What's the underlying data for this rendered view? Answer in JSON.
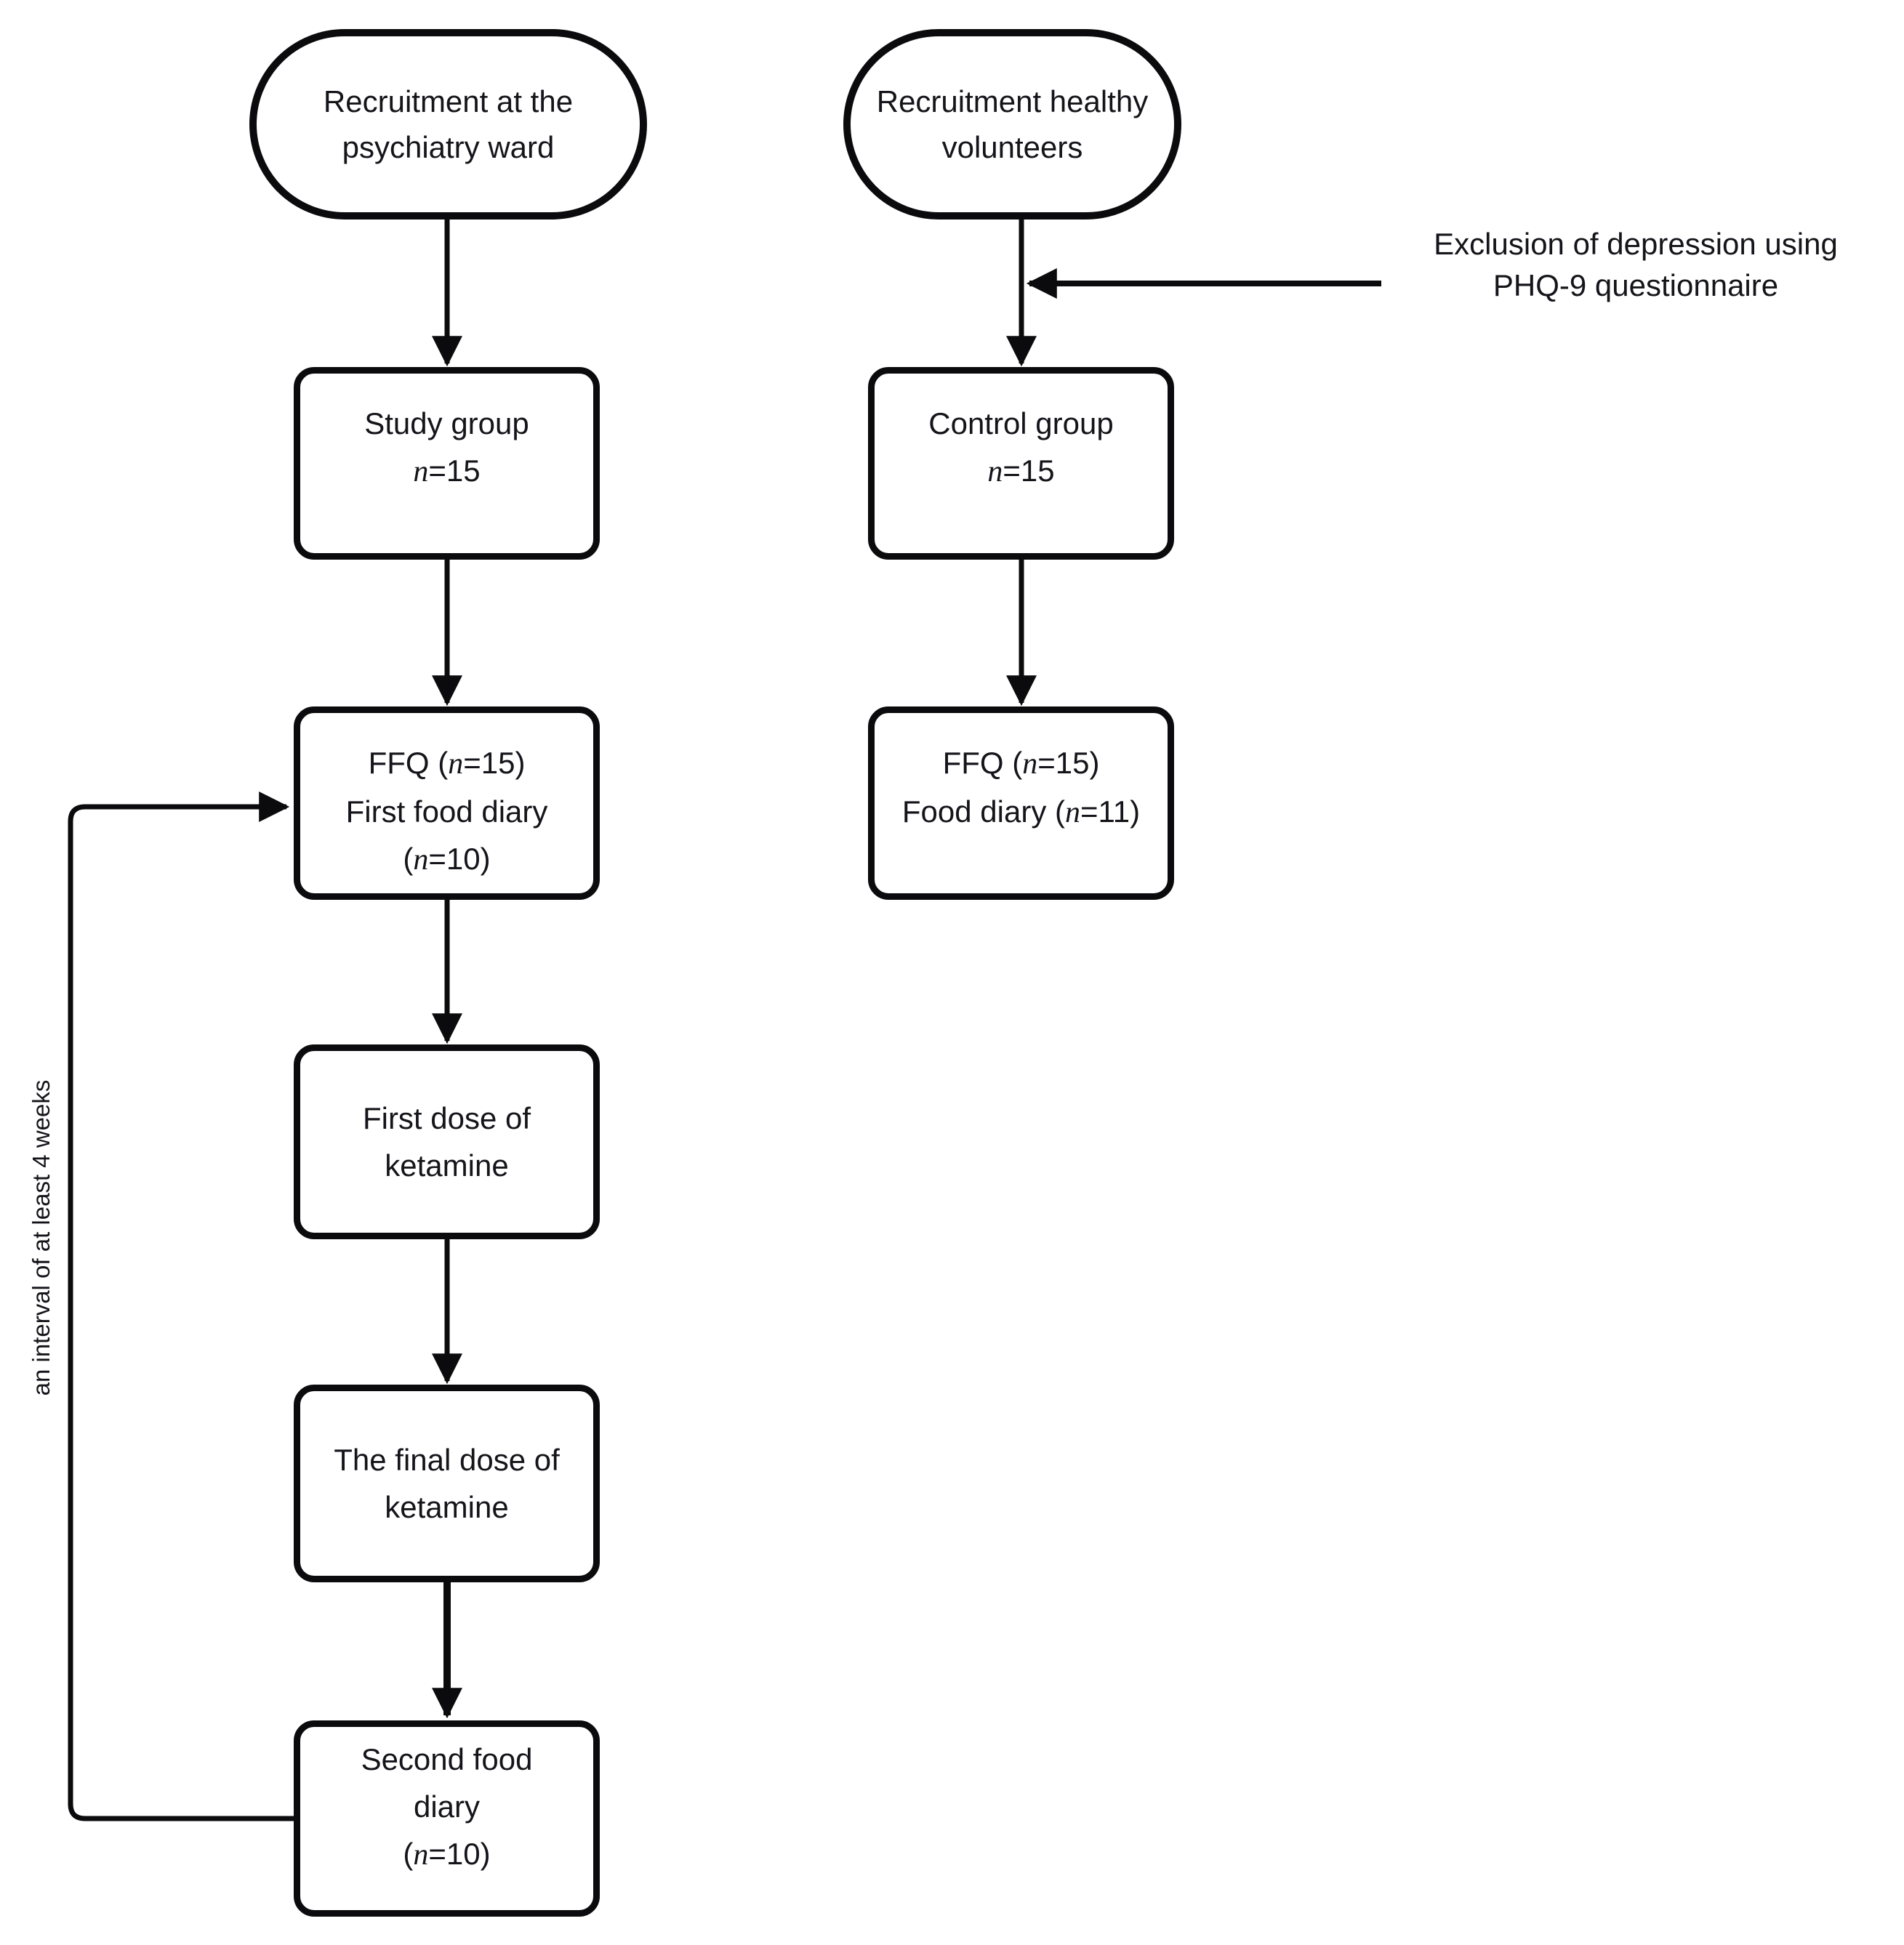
{
  "diagram": {
    "ink_color": "#0b0b0d",
    "text_color": "#14141a",
    "background_color": "#ffffff"
  },
  "nodes": {
    "recruitment_psychiatry": {
      "line1": "Recruitment at the",
      "line2": "psychiatry ward"
    },
    "recruitment_volunteers": {
      "line1": "Recruitment healthy",
      "line2": "volunteers"
    },
    "study_group": {
      "line1": "Study group",
      "n_var": "n",
      "n_suffix": "=15"
    },
    "control_group": {
      "line1": "Control group",
      "n_var": "n",
      "n_suffix": "=15"
    },
    "ffq_study": {
      "l1_pre": "FFQ (",
      "l1_var": "n",
      "l1_post": "=15)",
      "line2": "First food diary",
      "l3_pre": "(",
      "l3_var": "n",
      "l3_post": "=10)"
    },
    "ffq_control": {
      "l1_pre": "FFQ (",
      "l1_var": "n",
      "l1_post": "=15)",
      "l2_pre": "Food diary (",
      "l2_var": "n",
      "l2_post": "=11)"
    },
    "first_dose": {
      "line1": "First dose of",
      "line2": "ketamine"
    },
    "final_dose": {
      "line1": "The final dose of",
      "line2": "ketamine"
    },
    "second_diary": {
      "line1": "Second food",
      "line2": "diary",
      "l3_pre": "(",
      "l3_var": "n",
      "l3_post": "=10)"
    }
  },
  "annotations": {
    "exclusion_line1": "Exclusion of depression using",
    "exclusion_line2": "PHQ-9 questionnaire",
    "interval_label": "an interval of at least 4 weeks"
  }
}
